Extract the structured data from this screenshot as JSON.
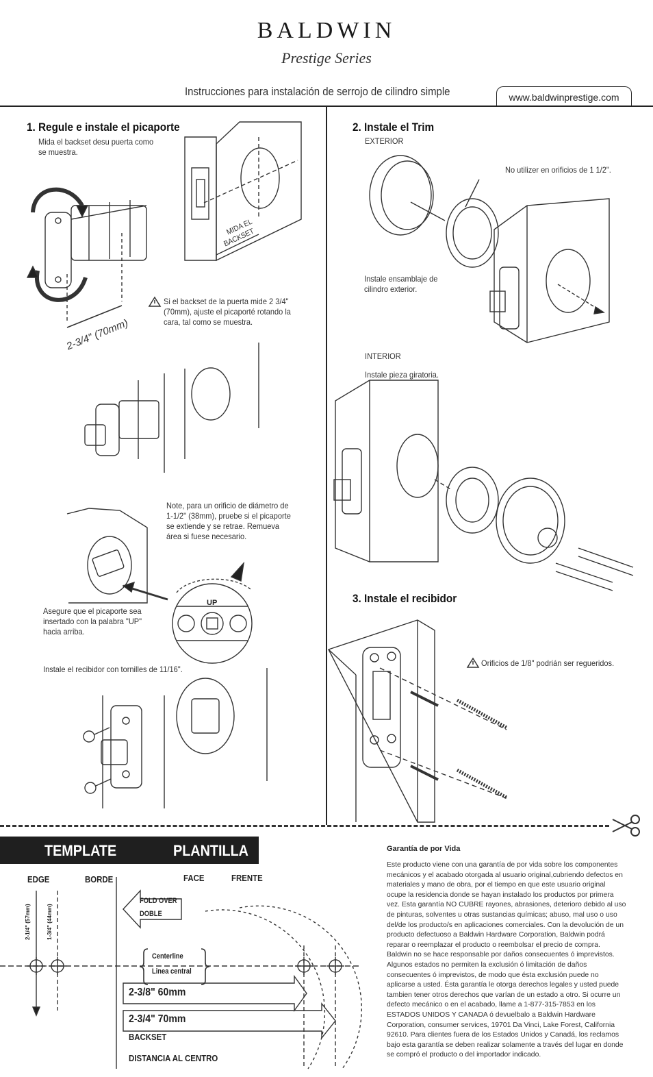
{
  "header": {
    "brand": "BALDWIN",
    "series": "Prestige Series",
    "title": "Instrucciones para instalación de serrojo de cilindro simple",
    "url": "www.baldwinprestige.com"
  },
  "step1": {
    "heading": "1. Regule e instale el picaporte",
    "measure_text": "Mida el backset desu puerta como se muestra.",
    "measure_label_1": "MIDA EL",
    "measure_label_2": "BACKSET",
    "dimension_label": "2-3/4\" (70mm)",
    "warning_text": "Si el backset de la puerta mide 2 3/4\" (70mm), ajuste el picaporté rotando la cara, tal como se muestra.",
    "note_text": "Note, para un orificio de diámetro de 1-1/2\" (38mm), pruebe si el picaporte se extiende y se retrae. Remueva área si fuese necesario.",
    "insert_text": "Asegure que el picaporte sea insertado con la palabra \"UP\" hacia arriba.",
    "up_label": "UP",
    "screws_text": "Instale el recibidor con tornilles de 11/16\"."
  },
  "step2": {
    "heading": "2. Instale el Trim",
    "exterior_label": "EXTERIOR",
    "no_use_text": "No utilizer en orificios de 1 1/2\".",
    "install_exterior_text": "Instale ensamblaje de cilindro exterior.",
    "interior_label": "INTERIOR",
    "install_interior_text": "Instale pieza giratoria."
  },
  "step3": {
    "heading": "3. Instale el recibidor",
    "holes_text": "Orificios de 1/8\" podrián ser regueridos."
  },
  "template": {
    "title_en": "TEMPLATE",
    "title_es": "PLANTILLA",
    "edge": "EDGE",
    "borde": "BORDE",
    "face": "FACE",
    "frente": "FRENTE",
    "fold_1": "FOLD OVER",
    "fold_2": "DOBLE",
    "centerline": "Centerline",
    "linea_central": "Linea central",
    "dim_57": "2-1/4\" (57mm)",
    "dim_44": "1-3/4\" (44mm)",
    "backset_60": "2-3/8\" 60mm",
    "backset_70": "2-3/4\" 70mm",
    "backset": "BACKSET",
    "distancia": "DISTANCIA AL CENTRO"
  },
  "warranty": {
    "heading": "Garantía de por Vida",
    "body": "Este producto viene con una garantía de por vida sobre los componentes mecánicos y el acabado otorgada al usuario original,cubriendo defectos en materiales y mano de obra, por el tiempo en que este usuario original ocupe la residencia donde se hayan instalado los productos por primera vez. Esta garantía NO CUBRE rayones, abrasiones, deterioro debido al uso de pinturas, solventes u otras sustancias químicas; abuso, mal uso o uso del/de los producto/s en aplicaciones comerciales. Con la devolución de un producto defectuoso a Baldwin Hardware Corporation, Baldwin podrá reparar o reemplazar el producto o reembolsar el precio de compra. Baldwin no se hace responsable por daños consecuentes ó imprevistos. Algunos estados no permiten la exclusión ó limitación de daños consecuentes ó imprevistos, de modo que ésta exclusión puede no aplicarse a usted. Ésta garantía le otorga derechos legales y usted puede tambien tener otros derechos que varían de un estado a otro. Si ocurre un defecto mecánico o en el acabado, llame a 1-877-315-7853 en los ESTADOS UNIDOS Y CANADA ó devuelbalo a Baldwin Hardware Corporation, consumer services, 19701 Da Vinci, Lake Forest, California 92610. Para clientes fuera de los Estados Unidos y Canadá, los reclamos bajo esta garantía se deben realizar solamente a través del lugar en donde se compró el producto o del importador indicado."
  },
  "icons": [
    "warning-icon",
    "scissors-icon"
  ]
}
